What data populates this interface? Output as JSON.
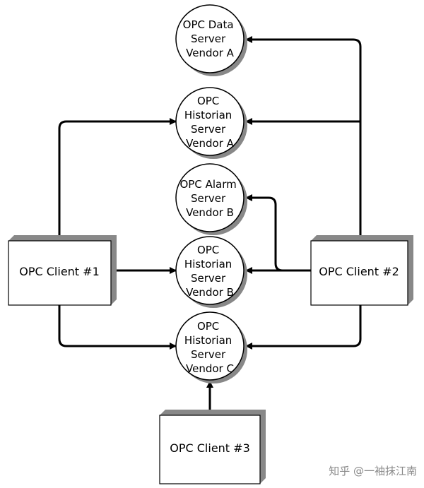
{
  "servers": [
    {
      "id": "server-data-a",
      "lines": [
        "OPC Data",
        "Server",
        "Vendor A"
      ]
    },
    {
      "id": "server-historian-a",
      "lines": [
        "OPC",
        "Historian",
        "Server",
        "Vendor A"
      ]
    },
    {
      "id": "server-alarm-b",
      "lines": [
        "OPC Alarm",
        "Server",
        "Vendor B"
      ]
    },
    {
      "id": "server-historian-b",
      "lines": [
        "OPC",
        "Historian",
        "Server",
        "Vendor B"
      ]
    },
    {
      "id": "server-historian-c",
      "lines": [
        "OPC",
        "Historian",
        "Server",
        "Vendor C"
      ]
    }
  ],
  "clients": [
    {
      "id": "client-1",
      "label": "OPC Client #1"
    },
    {
      "id": "client-2",
      "label": "OPC Client #2"
    },
    {
      "id": "client-3",
      "label": "OPC Client #3"
    }
  ],
  "watermark": "知乎 @一袖抹江南",
  "colors": {
    "line": "#000000",
    "box_fill": "#ffffff",
    "shadow": "#888888"
  }
}
